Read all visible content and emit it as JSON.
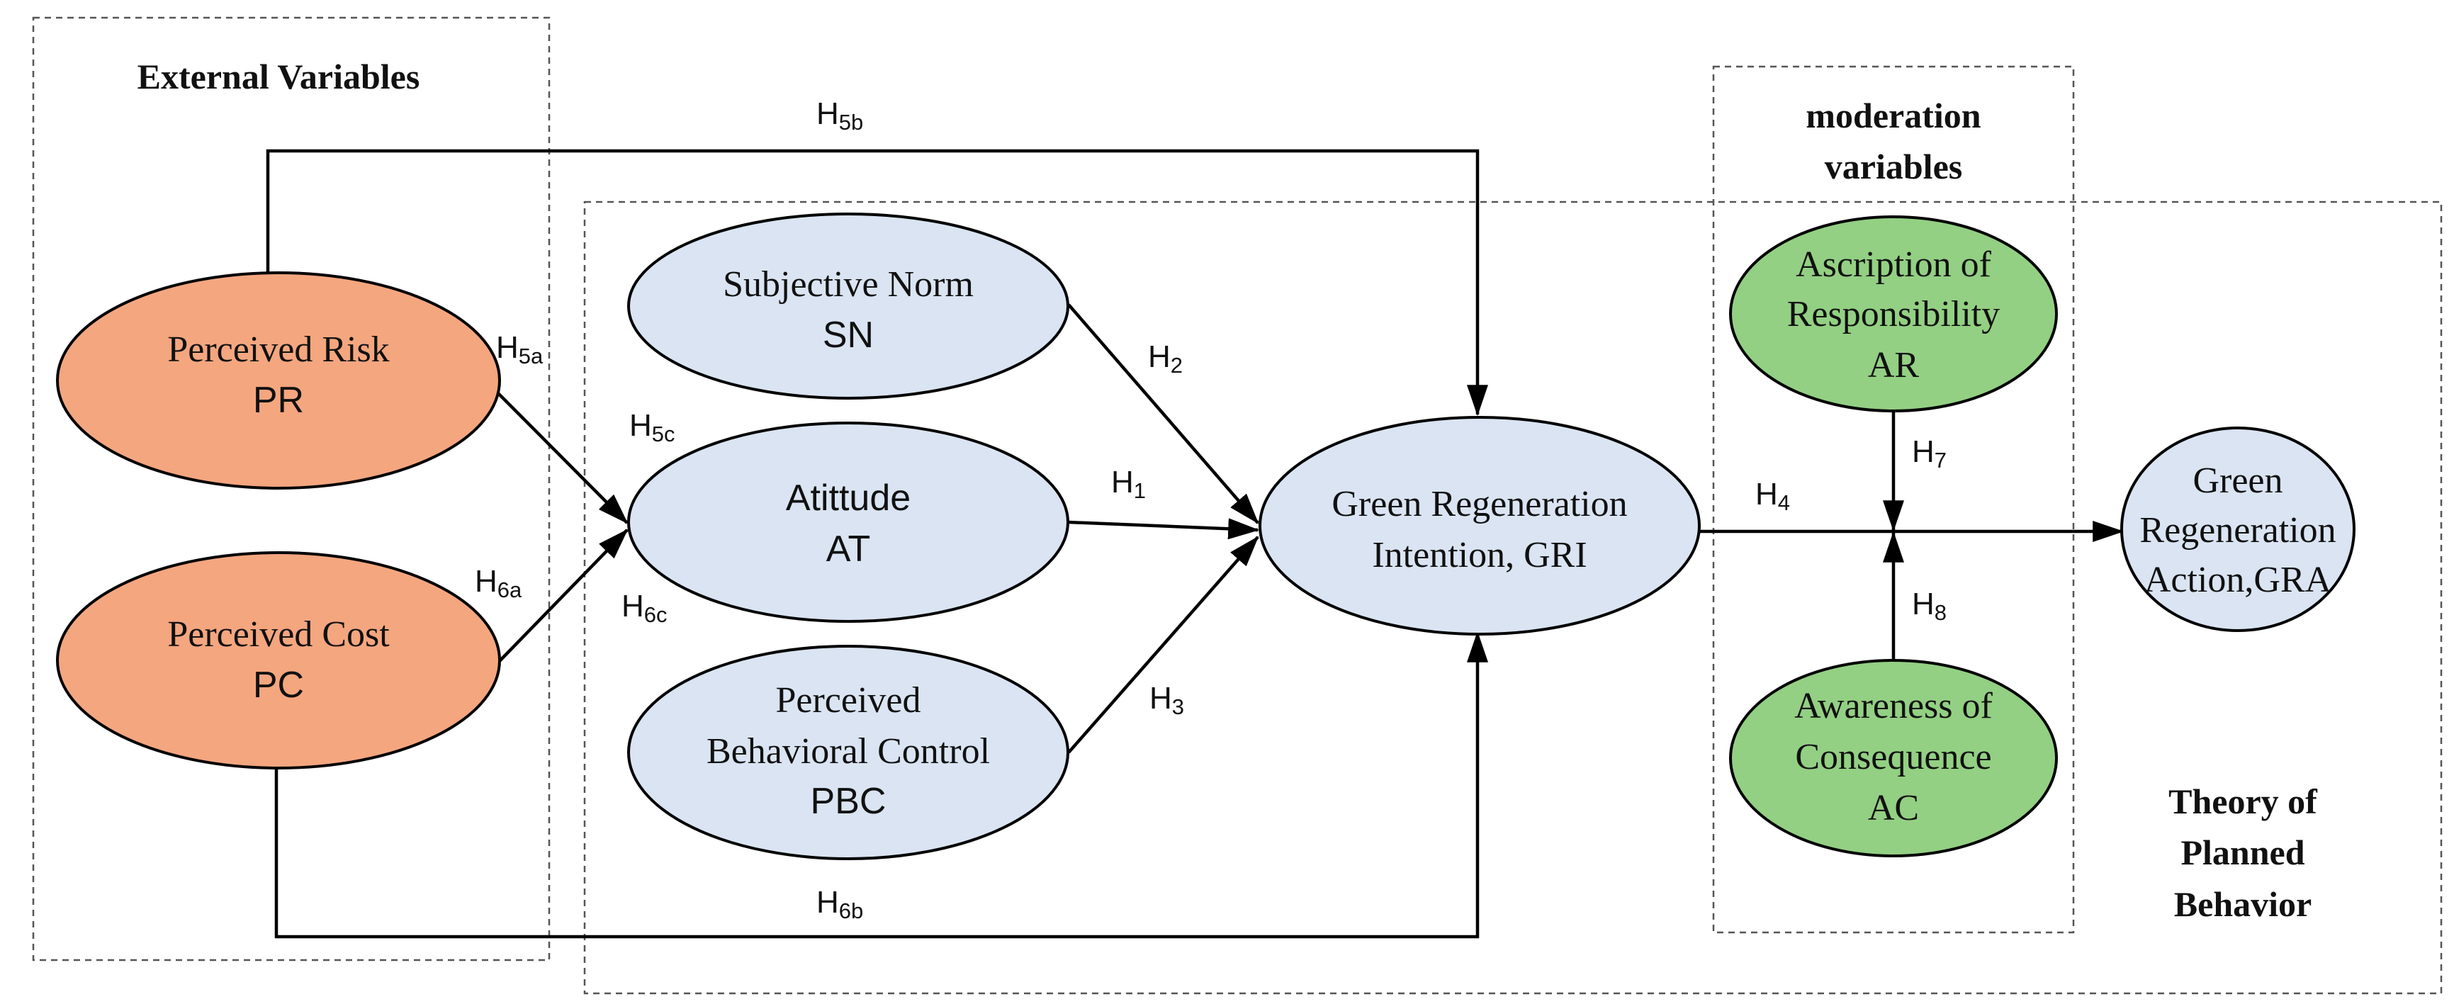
{
  "groups": {
    "external": {
      "title": "External Variables"
    },
    "moderation": {
      "title_line1": "moderation",
      "title_line2": "variables"
    },
    "tpb": {
      "title_line1": "Theory of",
      "title_line2": "Planned",
      "title_line3": "Behavior"
    }
  },
  "nodes": {
    "pr": {
      "line1": "Perceived  Risk",
      "line2": "PR"
    },
    "pc": {
      "line1": "Perceived Cost",
      "line2": "PC"
    },
    "sn": {
      "line1": "Subjective Norm",
      "line2": "SN"
    },
    "at": {
      "line1": "Atittude",
      "line2": "AT"
    },
    "pbc": {
      "line1": "Perceived",
      "line2": "Behavioral Control",
      "line3": "PBC"
    },
    "gri": {
      "line1": "Green Regeneration",
      "line2": "Intention, GRI"
    },
    "ar": {
      "line1": "Ascription of",
      "line2": "Responsibility",
      "line3": "AR"
    },
    "ac": {
      "line1": "Awareness of",
      "line2": "Consequence",
      "line3": "AC"
    },
    "gra": {
      "line1": "Green",
      "line2": "Regeneration",
      "line3": "Action,GRA"
    }
  },
  "hypotheses": {
    "h1": {
      "main": "H",
      "sub": "1"
    },
    "h2": {
      "main": "H",
      "sub": "2"
    },
    "h3": {
      "main": "H",
      "sub": "3"
    },
    "h4": {
      "main": "H",
      "sub": "4"
    },
    "h5a": {
      "main": "H",
      "sub": "5a"
    },
    "h5b": {
      "main": "H",
      "sub": "5b"
    },
    "h5c": {
      "main": "H",
      "sub": "5c"
    },
    "h6a": {
      "main": "H",
      "sub": "6a"
    },
    "h6b": {
      "main": "H",
      "sub": "6b"
    },
    "h6c": {
      "main": "H",
      "sub": "6c"
    },
    "h7": {
      "main": "H",
      "sub": "7"
    },
    "h8": {
      "main": "H",
      "sub": "8"
    }
  },
  "colors": {
    "external_fill": "#f4a67f",
    "core_fill": "#dae4f2",
    "moderation_fill": "#93d083",
    "stroke": "#000000"
  }
}
